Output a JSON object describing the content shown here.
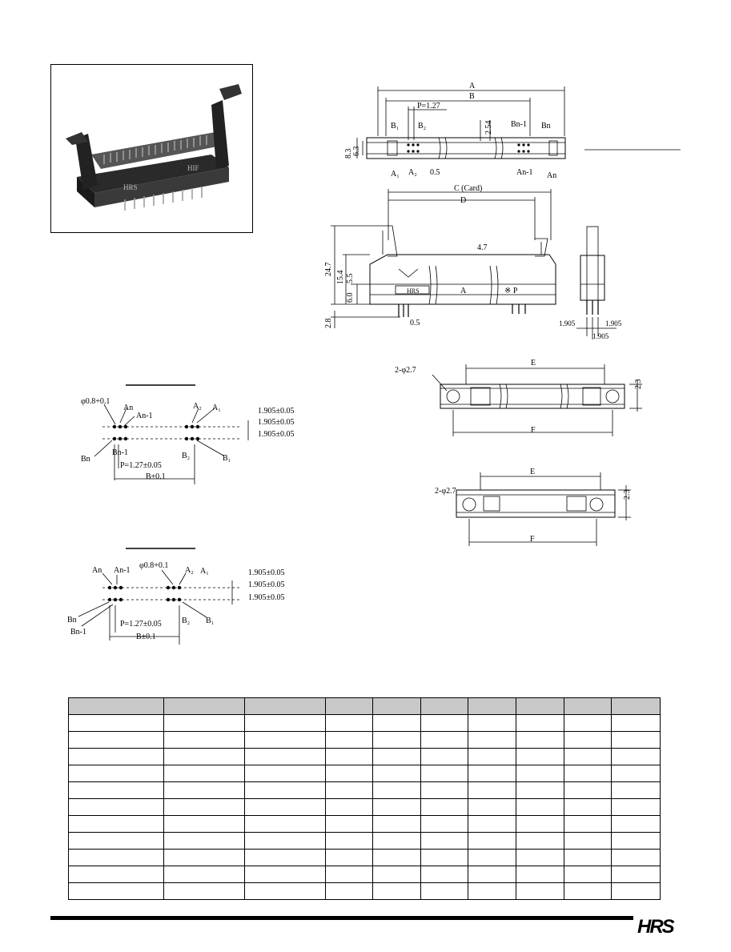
{
  "photo": {
    "label_hrs": "HRS",
    "label_hif": "HIF"
  },
  "top_view": {
    "dim_A": "A",
    "dim_B": "B",
    "dim_P": "P=1.27",
    "dim_254": "2.54",
    "dim_left_h1": "8.3",
    "dim_left_h2": "6.3",
    "pin_dia": "0.5",
    "lbl_B1": "B₁",
    "lbl_B2": "B₂",
    "lbl_A1": "A₁",
    "lbl_A2": "A₂",
    "lbl_Bn1": "Bn-1",
    "lbl_Bn": "Bn",
    "lbl_An1": "An-1",
    "lbl_An": "An"
  },
  "front_view": {
    "dim_C": "C (Card)",
    "dim_D": "D",
    "dim_247": "24.7",
    "dim_154": "15.4",
    "dim_60": "6.0",
    "dim_55": "5.5",
    "dim_28": "2.8",
    "dim_pin": "0.5",
    "dim_47": "4.7",
    "label_hrs": "HRS",
    "label_a": "A",
    "label_p": "※ P"
  },
  "side_view": {
    "dim_1905_a": "1.905",
    "dim_1905_b": "1.905",
    "dim_1905_c": "1.905"
  },
  "bottom_view_1": {
    "hole": "2-φ2.7",
    "dim_E": "E",
    "dim_F": "F",
    "dim_23": "2.3"
  },
  "bottom_view_2": {
    "hole": "2-φ2.7",
    "dim_E": "E",
    "dim_F": "F",
    "dim_23": "2.3"
  },
  "pcb_1": {
    "hole": "φ0.8+0.1",
    "lbl_An": "An",
    "lbl_An1": "An-1",
    "lbl_A2": "A₂",
    "lbl_A1": "A₁",
    "lbl_Bn": "Bn",
    "lbl_Bn1": "Bn-1",
    "lbl_B2": "B₂",
    "lbl_B1": "B₁",
    "dim_P": "P=1.27±0.05",
    "dim_B": "B±0.1",
    "dim_r1": "1.905±0.05",
    "dim_r2": "1.905±0.05",
    "dim_r3": "1.905±0.05"
  },
  "pcb_2": {
    "hole": "φ0.8+0.1",
    "lbl_An": "An",
    "lbl_An1": "An-1",
    "lbl_A2": "A₂",
    "lbl_A1": "A₁",
    "lbl_Bn": "Bn",
    "lbl_Bn1": "Bn-1",
    "lbl_B2": "B₂",
    "lbl_B1": "B₁",
    "dim_P": "P=1.27±0.05",
    "dim_B": "B±0.1",
    "dim_r1": "1.905±0.05",
    "dim_r2": "1.905±0.05",
    "dim_r3": "1.905±0.05"
  },
  "logo": {
    "text": "HRS"
  }
}
